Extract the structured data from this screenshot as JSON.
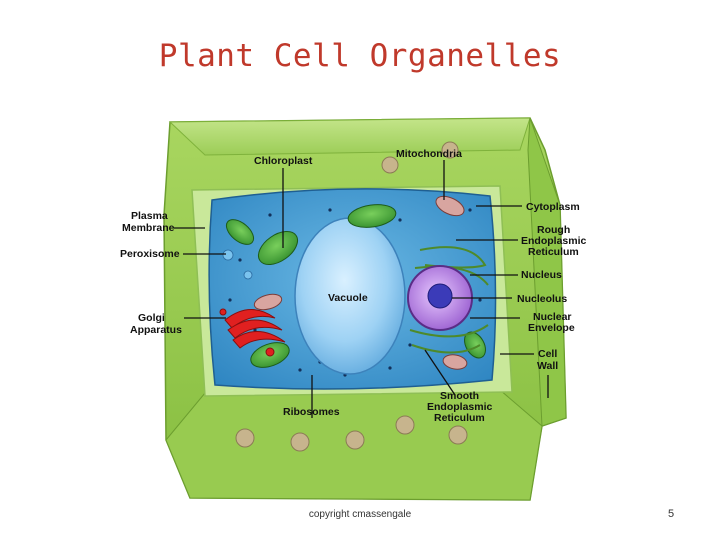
{
  "slide": {
    "title": "Plant Cell Organelles",
    "footer": "copyright cmassengale",
    "page_number": "5"
  },
  "labels": {
    "chloroplast": "Chloroplast",
    "mitochondria": "Mitochondria",
    "plasma_membrane_1": "Plasma",
    "plasma_membrane_2": "Membrane",
    "peroxisome": "Peroxisome",
    "golgi_1": "Golgi",
    "golgi_2": "Apparatus",
    "vacuole": "Vacuole",
    "ribosomes": "Ribosomes",
    "cytoplasm": "Cytoplasm",
    "rough_er_1": "Rough",
    "rough_er_2": "Endoplasmic",
    "rough_er_3": "Reticulum",
    "nucleus": "Nucleus",
    "nucleolus": "Nucleolus",
    "nuclear_env_1": "Nuclear",
    "nuclear_env_2": "Envelope",
    "cell_wall_1": "Cell",
    "cell_wall_2": "Wall",
    "smooth_er_1": "Smooth",
    "smooth_er_2": "Endoplasmic",
    "smooth_er_3": "Reticulum"
  },
  "colors": {
    "title": "#c0392b",
    "cell_wall": "#9fd05a",
    "cytoplasm": "#3f9ad0",
    "vacuole": "#8fcaf0",
    "chloroplast": "#4aa63a",
    "nucleus": "#b07ad8",
    "golgi": "#e02020"
  }
}
